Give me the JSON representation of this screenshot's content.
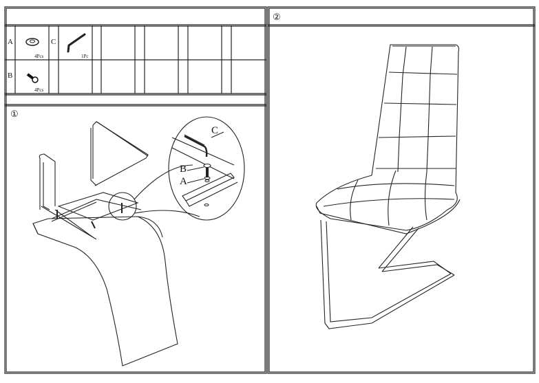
{
  "parts_table": {
    "parts": [
      {
        "letter": "A",
        "name_icon": "washer-icon",
        "quantity": "4Pcs"
      },
      {
        "letter": "B",
        "name_icon": "bolt-icon",
        "quantity": "4Pcs"
      },
      {
        "letter": "C",
        "name_icon": "allen-key-icon",
        "quantity": "1Pc"
      }
    ]
  },
  "step1": {
    "number": "①",
    "callouts": {
      "c": "C",
      "b": "B",
      "a": "A"
    }
  },
  "step2": {
    "number": "②"
  }
}
